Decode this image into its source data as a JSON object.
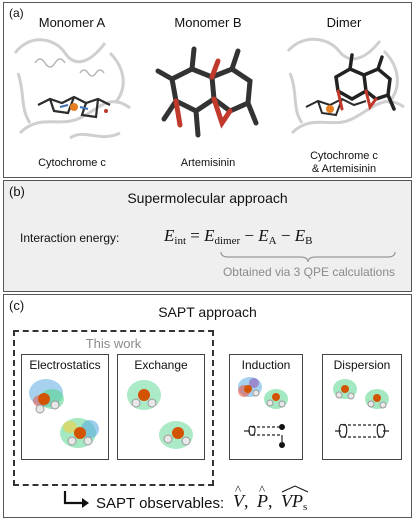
{
  "panel_a": {
    "label": "(a)",
    "columns": [
      {
        "title": "Monomer A",
        "caption": "Cytochrome c"
      },
      {
        "title": "Monomer B",
        "caption": "Artemisinin"
      },
      {
        "title": "Dimer",
        "caption_line1": "Cytochrome c",
        "caption_line2": "& Artemisinin"
      }
    ]
  },
  "panel_b": {
    "label": "(b)",
    "title": "Supermolecular approach",
    "energy_label": "Interaction energy:",
    "equation": {
      "lhs": "E",
      "lhs_sub": "int",
      "t1": "E",
      "t1_sub": "dimer",
      "t2": "E",
      "t2_sub": "A",
      "t3": "E",
      "t3_sub": "B"
    },
    "note": "Obtained via 3 QPE calculations"
  },
  "panel_c": {
    "label": "(c)",
    "title": "SAPT approach",
    "this_work": "This work",
    "boxes": [
      "Electrostatics",
      "Exchange",
      "Induction",
      "Dispersion"
    ],
    "observables_label": "SAPT observables:",
    "observables": {
      "v": "V",
      "p": "P",
      "vp": "VP",
      "vp_sub": "s"
    }
  },
  "colors": {
    "panel_b_bg": "#efefef",
    "gray_text": "#8a8a8a",
    "accent_red": "#c0392b"
  }
}
